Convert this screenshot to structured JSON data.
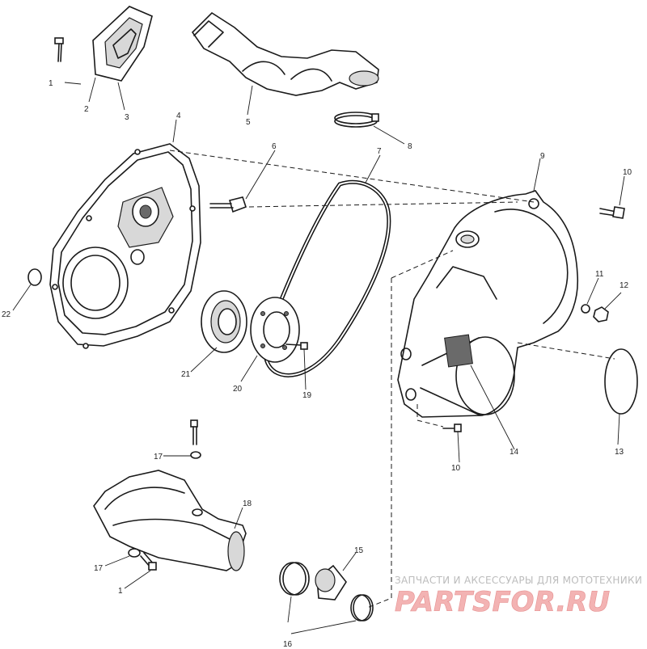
{
  "callouts": {
    "c1a": "1",
    "c2": "2",
    "c3": "3",
    "c4": "4",
    "c5": "5",
    "c6": "6",
    "c7": "7",
    "c8": "8",
    "c9": "9",
    "c10a": "10",
    "c11": "11",
    "c12": "12",
    "c13": "13",
    "c14": "14",
    "c10b": "10",
    "c21": "21",
    "c20": "20",
    "c19": "19",
    "c22": "22",
    "c17a": "17",
    "c18": "18",
    "c17b": "17",
    "c1b": "1",
    "c15": "15",
    "c16": "16"
  },
  "watermark": {
    "tagline": "ЗАПЧАСТИ И АКСЕССУАРЫ ДЛЯ МОТОТЕХНИКИ",
    "brand": "PARTSFOR.RU"
  }
}
